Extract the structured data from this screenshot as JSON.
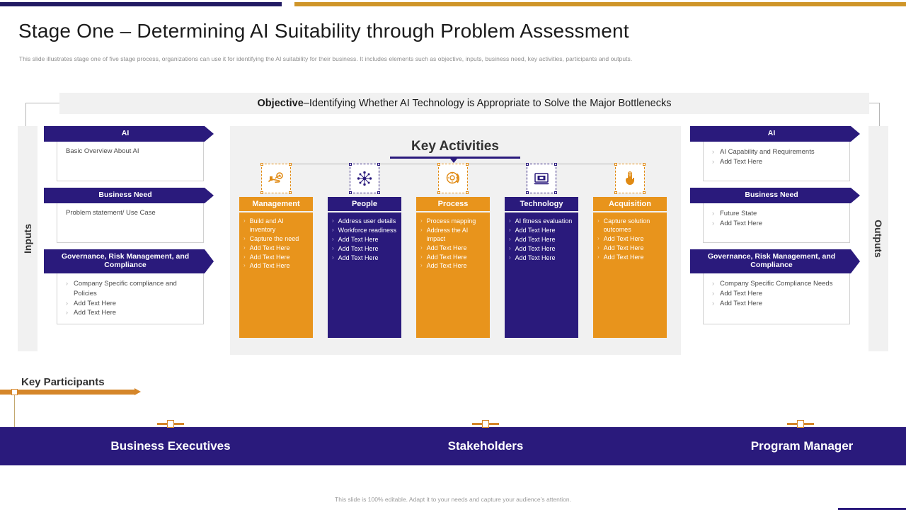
{
  "title": "Stage One – Determining AI Suitability through Problem Assessment",
  "subtitle": "This slide illustrates stage one of five stage process, organizations can use it for identifying the AI suitability for their business. It includes elements such as objective, inputs, business need, key activities, participants and outputs.",
  "objective": {
    "label": "Objective",
    "dash": " – ",
    "text": "Identifying Whether AI Technology is Appropriate to Solve the Major Bottlenecks"
  },
  "rails": {
    "inputs": "Inputs",
    "outputs": "Outputs"
  },
  "inputs": {
    "cards": [
      {
        "heading": "AI",
        "plain": "Basic Overview About AI",
        "bullets": []
      },
      {
        "heading": "Business Need",
        "plain": "Problem statement/ Use Case",
        "bullets": []
      },
      {
        "heading": "Governance, Risk Management, and Compliance",
        "plain": "",
        "bullets": [
          "Company Specific compliance and Policies",
          "Add Text Here",
          "Add Text Here"
        ]
      }
    ]
  },
  "outputs": {
    "cards": [
      {
        "heading": "AI",
        "plain": "",
        "bullets": [
          "AI Capability and Requirements",
          "Add Text Here"
        ]
      },
      {
        "heading": "Business Need",
        "plain": "",
        "bullets": [
          "Future State",
          "Add Text Here"
        ]
      },
      {
        "heading": "Governance, Risk Management, and Compliance",
        "plain": "",
        "bullets": [
          "Company Specific Compliance Needs",
          "Add Text Here",
          "Add Text Here"
        ]
      }
    ]
  },
  "key_activities": {
    "title": "Key Activities",
    "columns": [
      {
        "label": "Management",
        "color": "#e8941c",
        "theme": "or",
        "icon": "hand-holding-money-icon",
        "bullets": [
          "Build and AI inventory",
          "Capture the need",
          "Add Text Here",
          "Add Text Here",
          "Add Text Here"
        ]
      },
      {
        "label": "People",
        "color": "#2a1a7c",
        "theme": "nv",
        "icon": "people-network-icon",
        "bullets": [
          "Address user details",
          "Workforce readiness",
          "Add Text Here",
          "Add Text Here",
          "Add Text Here"
        ]
      },
      {
        "label": "Process",
        "color": "#e8941c",
        "theme": "or",
        "icon": "gear-refresh-icon",
        "bullets": [
          "Process mapping",
          "Address the AI impact",
          "Add Text Here",
          "Add Text Here",
          "Add Text Here"
        ]
      },
      {
        "label": "Technology",
        "color": "#2a1a7c",
        "theme": "nv",
        "icon": "laptop-chip-icon",
        "bullets": [
          "AI fitness evaluation",
          "Add Text Here",
          "Add Text Here",
          "Add Text Here",
          "Add Text Here"
        ]
      },
      {
        "label": "Acquisition",
        "color": "#e8941c",
        "theme": "or",
        "icon": "hand-fingerprint-icon",
        "bullets": [
          "Capture solution outcomes",
          "Add Text Here",
          "Add Text Here",
          "Add Text Here"
        ]
      }
    ]
  },
  "key_participants": {
    "label": "Key Participants",
    "items": [
      "Business Executives",
      "Stakeholders",
      "Program Manager"
    ]
  },
  "footer": "This slide is 100% editable. Adapt it to your needs and capture your audience’s attention.",
  "colors": {
    "navy": "#2a1a7c",
    "orange": "#e8941c",
    "gold": "#cf9529",
    "panel": "#f1f1f1"
  }
}
